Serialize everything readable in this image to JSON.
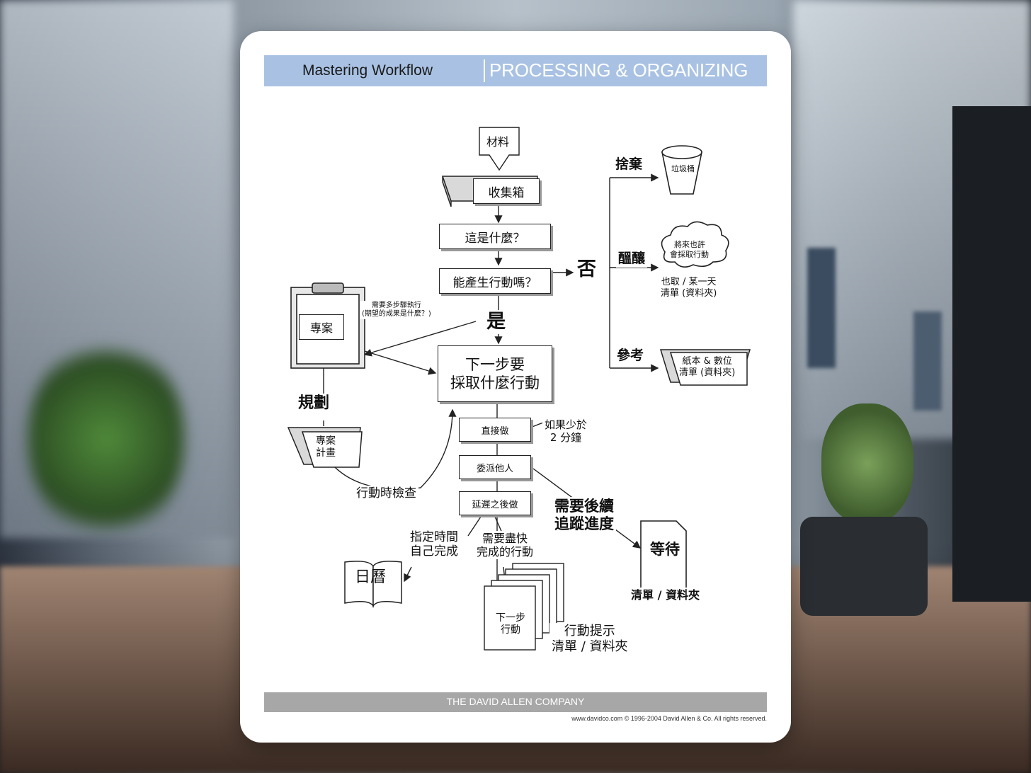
{
  "header": {
    "title_left": "Mastering Workflow",
    "title_right": "PROCESSING & ORGANIZING"
  },
  "footer": {
    "company": "THE DAVID ALLEN COMPANY",
    "copyright": "www.davidco.com  © 1996-2004 David Allen & Co. All rights reserved."
  },
  "nodes": {
    "materials": "材料",
    "inbox": "收集箱",
    "what_is_it": "這是什麼？",
    "actionable": "能產生行動嗎？",
    "no": "否",
    "yes": "是",
    "discard": "捨棄",
    "trash": "垃圾桶",
    "incubate": "醞釀",
    "someday_cloud_1": "將來也許",
    "someday_cloud_2": "會採取行動",
    "someday_list_1": "也取 / 某一天",
    "someday_list_2": "清單 (資料夾)",
    "reference": "參考",
    "reference_files_1": "紙本 & 數位",
    "reference_files_2": "清單 (資料夾)",
    "multi_step_1": "需要多步驟執行",
    "multi_step_2": "(期望的成果是什麼？)",
    "projects": "專案",
    "next_action_1": "下一步要",
    "next_action_2": "採取什麼行動",
    "planning": "規劃",
    "project_plans_1": "專案",
    "project_plans_2": "計畫",
    "review": "行動時檢查",
    "do_it": "直接做",
    "less_than_1": "如果少於",
    "less_than_2": "2 分鐘",
    "delegate": "委派他人",
    "defer": "延遲之後做",
    "followup_1": "需要後續",
    "followup_2": "追蹤進度",
    "waiting": "等待",
    "waiting_list": "清單 / 資料夾",
    "specific_time_1": "指定時間",
    "specific_time_2": "自己完成",
    "asap_1": "需要盡快",
    "asap_2": "完成的行動",
    "calendar": "日曆",
    "next_actions_1": "下一步",
    "next_actions_2": "行動",
    "reminders_1": "行動提示",
    "reminders_2": "清單 / 資料夾"
  }
}
